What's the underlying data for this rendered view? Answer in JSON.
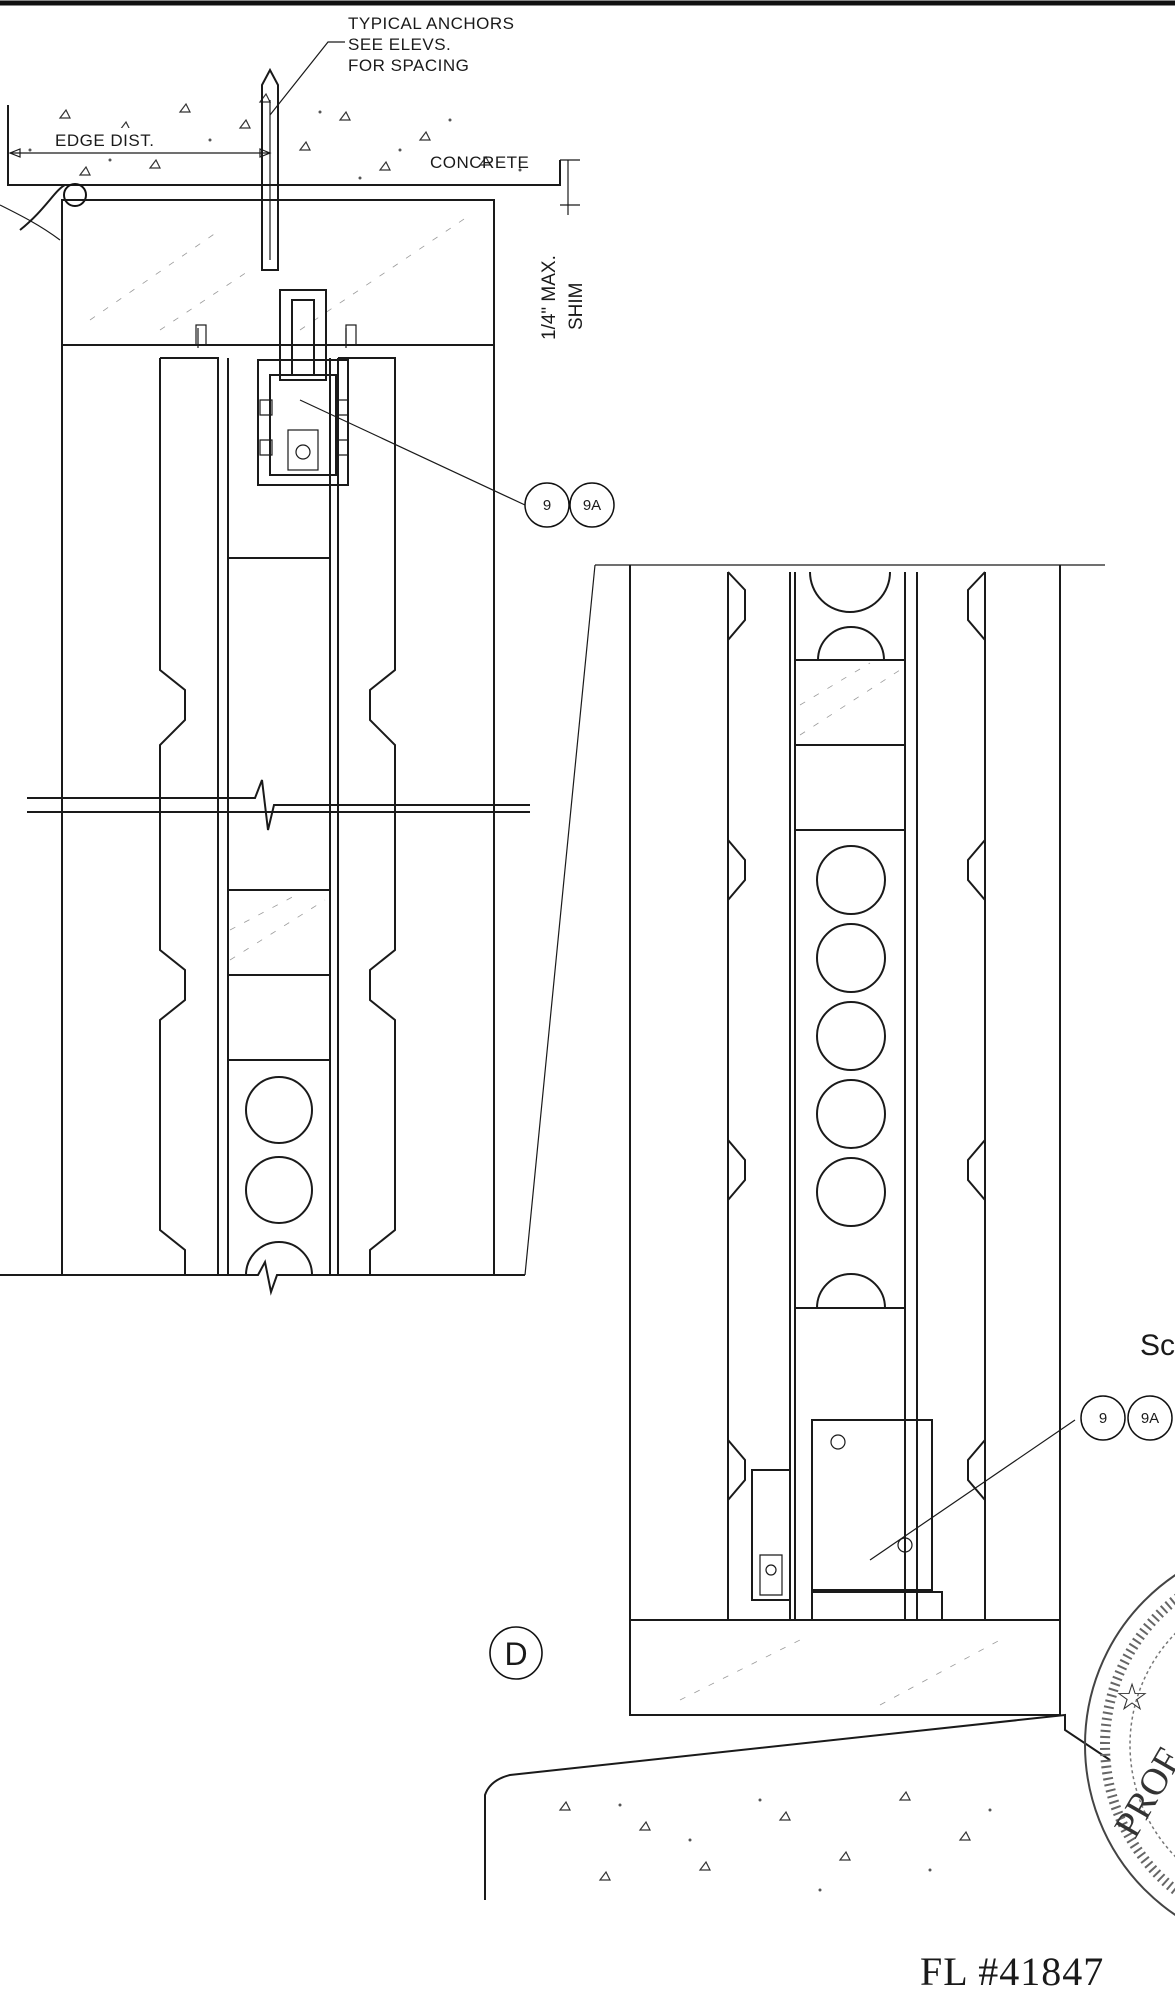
{
  "drawing": {
    "note_anchors": [
      "TYPICAL ANCHORS",
      "SEE ELEVS.",
      "FOR SPACING"
    ],
    "edge_dist": "EDGE DIST.",
    "concrete": "CONCRETE",
    "shim_dim": "1/4\" MAX.",
    "shim": "SHIM",
    "callout_upper": [
      "9",
      "9A"
    ],
    "callout_lower": [
      "9",
      "9A"
    ],
    "detail_id": "D",
    "partial_text": "Sc",
    "fl_number": "FL #41847",
    "seal_partial": "PROF"
  }
}
